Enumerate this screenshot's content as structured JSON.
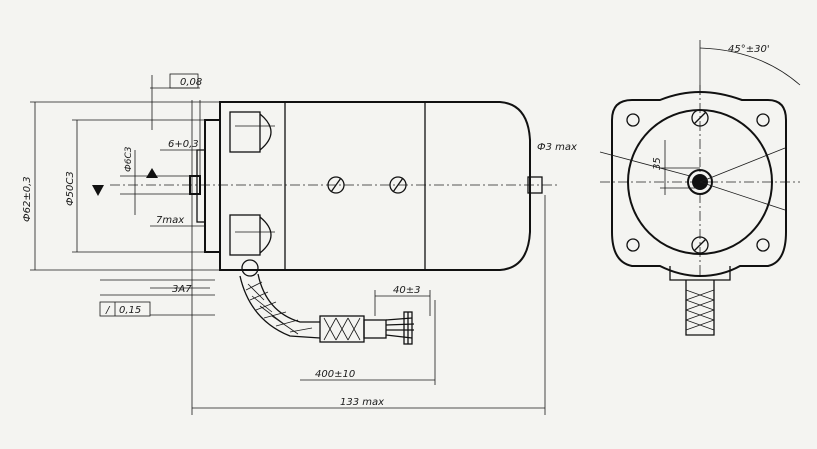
{
  "colors": {
    "ink": "#111111",
    "paper": "#f4f4f1"
  },
  "side_view": {
    "dim_overall_length": "133 max",
    "dim_cable_length": "400±10",
    "dim_terminal_length": "40±3",
    "dim_outer_diameter": "Ф62±0,3",
    "dim_pilot_diameter": "Ф50С3",
    "dim_shaft_diameter": "Ф6С3",
    "dim_shaft_length": "6+0,3",
    "dim_max_7": "7max",
    "dim_3a": "3А7",
    "dim_runout": "0,08",
    "dim_flatness": "0,15"
  },
  "end_view": {
    "dim_angle": "45°±30'",
    "dim_cable_out": "Ф3 max",
    "dim_radius": "35"
  }
}
